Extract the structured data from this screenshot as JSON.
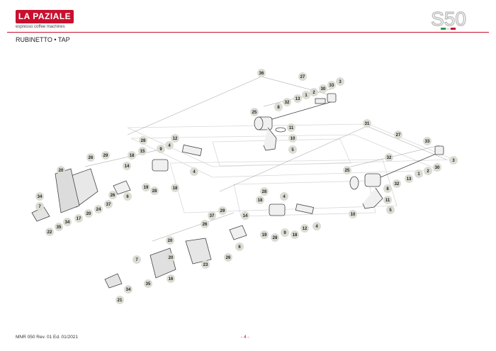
{
  "header": {
    "brand": "LA PAZIALE",
    "tagline": "espresso coffee machines",
    "model": "S50",
    "section_title": "RUBINETTO • TAP"
  },
  "footer": {
    "doc_ref": "MNR 050   Rev. 01 Ed. 01/2021",
    "page": "- 4 -"
  },
  "colors": {
    "brand_red": "#c8102e",
    "bubble_fill": "#dcdcd4",
    "line": "#9a9a9a"
  },
  "callouts": [
    {
      "id": "c36",
      "label": "36"
    },
    {
      "id": "c27a",
      "label": "27"
    },
    {
      "id": "c3a",
      "label": "3"
    },
    {
      "id": "c33a",
      "label": "33"
    },
    {
      "id": "c30a",
      "label": "30"
    },
    {
      "id": "c2a",
      "label": "2"
    },
    {
      "id": "c1a",
      "label": "1"
    },
    {
      "id": "c13a",
      "label": "13"
    },
    {
      "id": "c32a",
      "label": "32"
    },
    {
      "id": "c8a",
      "label": "8"
    },
    {
      "id": "c25a",
      "label": "25"
    },
    {
      "id": "c11a",
      "label": "11"
    },
    {
      "id": "c10a",
      "label": "10"
    },
    {
      "id": "c5a",
      "label": "5"
    },
    {
      "id": "c31",
      "label": "31"
    },
    {
      "id": "c27b",
      "label": "27"
    },
    {
      "id": "c33b",
      "label": "33"
    },
    {
      "id": "c3b",
      "label": "3"
    },
    {
      "id": "c32b",
      "label": "32"
    },
    {
      "id": "c25b",
      "label": "25"
    },
    {
      "id": "c30b",
      "label": "30"
    },
    {
      "id": "c2b",
      "label": "2"
    },
    {
      "id": "c1b",
      "label": "1"
    },
    {
      "id": "c13b",
      "label": "13"
    },
    {
      "id": "c32c",
      "label": "32"
    },
    {
      "id": "c8b",
      "label": "8"
    },
    {
      "id": "c11b",
      "label": "11"
    },
    {
      "id": "c10b",
      "label": "10"
    },
    {
      "id": "c5b",
      "label": "5"
    },
    {
      "id": "c28a",
      "label": "28"
    },
    {
      "id": "c12a",
      "label": "12"
    },
    {
      "id": "c4a",
      "label": "4"
    },
    {
      "id": "c15a",
      "label": "15"
    },
    {
      "id": "c9a",
      "label": "9"
    },
    {
      "id": "c26a",
      "label": "26"
    },
    {
      "id": "c29a",
      "label": "29"
    },
    {
      "id": "c18a",
      "label": "18"
    },
    {
      "id": "c14a",
      "label": "14"
    },
    {
      "id": "c4b",
      "label": "4"
    },
    {
      "id": "c20a",
      "label": "20"
    },
    {
      "id": "c19a",
      "label": "19"
    },
    {
      "id": "c28b",
      "label": "28"
    },
    {
      "id": "c18b",
      "label": "18"
    },
    {
      "id": "c34a",
      "label": "34"
    },
    {
      "id": "c26b",
      "label": "26"
    },
    {
      "id": "c6a",
      "label": "6"
    },
    {
      "id": "c7a",
      "label": "7"
    },
    {
      "id": "c37a",
      "label": "37"
    },
    {
      "id": "c24a",
      "label": "24"
    },
    {
      "id": "c20b",
      "label": "20"
    },
    {
      "id": "c17a",
      "label": "17"
    },
    {
      "id": "c34b",
      "label": "34"
    },
    {
      "id": "c35a",
      "label": "35"
    },
    {
      "id": "c22a",
      "label": "22"
    },
    {
      "id": "c28c",
      "label": "28"
    },
    {
      "id": "c4c",
      "label": "4"
    },
    {
      "id": "c18c",
      "label": "18"
    },
    {
      "id": "c14b",
      "label": "14"
    },
    {
      "id": "c37b",
      "label": "37"
    },
    {
      "id": "c29b",
      "label": "29"
    },
    {
      "id": "c26c",
      "label": "26"
    },
    {
      "id": "c12b",
      "label": "12"
    },
    {
      "id": "c4d",
      "label": "4"
    },
    {
      "id": "c19b",
      "label": "19"
    },
    {
      "id": "c9b",
      "label": "9"
    },
    {
      "id": "c28d",
      "label": "28"
    },
    {
      "id": "c18d",
      "label": "18"
    },
    {
      "id": "c20c",
      "label": "20"
    },
    {
      "id": "c6b",
      "label": "6"
    },
    {
      "id": "c26d",
      "label": "26"
    },
    {
      "id": "c7b",
      "label": "7"
    },
    {
      "id": "c20d",
      "label": "20"
    },
    {
      "id": "c23a",
      "label": "23"
    },
    {
      "id": "c16a",
      "label": "16"
    },
    {
      "id": "c34c",
      "label": "34"
    },
    {
      "id": "c35b",
      "label": "35"
    },
    {
      "id": "c21a",
      "label": "21"
    }
  ]
}
